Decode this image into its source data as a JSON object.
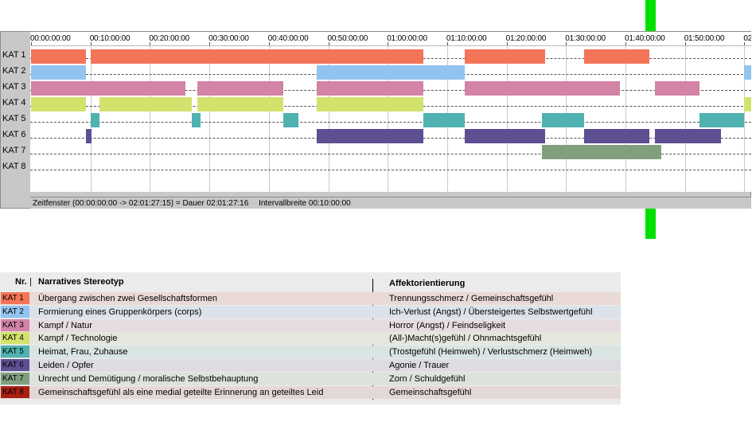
{
  "colors": {
    "cat1": "#f47458",
    "cat2": "#93c3ef",
    "cat3": "#d283a6",
    "cat4": "#d3e26d",
    "cat5": "#4fb2b0",
    "cat6": "#5e4e92",
    "cat7": "#819f7f",
    "cat8": "#a81f14",
    "cursor": "#00e000"
  },
  "timeline": {
    "ticks": [
      "00:00:00:00",
      "00:10:00:00",
      "00:20:00:00",
      "00:30:00:00",
      "00:40:00:00",
      "00:50:00:00",
      "01:00:00:00",
      "01:10:00:00",
      "01:20:00:00",
      "01:30:00:00",
      "01:40:00:00",
      "01:50:00:00",
      "02"
    ],
    "tick_interval_minutes": 10,
    "total_minutes": 121.45,
    "cursor_minutes": 104.7,
    "rows": [
      {
        "label": "KAT 1",
        "color": "#f47458",
        "segments": [
          [
            0,
            9.3
          ],
          [
            10,
            66
          ],
          [
            73,
            86.5
          ],
          [
            93,
            104
          ]
        ]
      },
      {
        "label": "KAT 2",
        "color": "#93c3ef",
        "segments": [
          [
            0,
            9.3
          ],
          [
            48,
            73
          ],
          [
            120,
            121.45
          ]
        ]
      },
      {
        "label": "KAT 3",
        "color": "#d283a6",
        "segments": [
          [
            0,
            26
          ],
          [
            28,
            42.5
          ],
          [
            48,
            66
          ],
          [
            73,
            99
          ],
          [
            105,
            112.5
          ]
        ]
      },
      {
        "label": "KAT 4",
        "color": "#d3e26d",
        "segments": [
          [
            0,
            9.3
          ],
          [
            11.5,
            27
          ],
          [
            28,
            42.5
          ],
          [
            48,
            66
          ],
          [
            120,
            121.45
          ]
        ]
      },
      {
        "label": "KAT 5",
        "color": "#4fb2b0",
        "segments": [
          [
            10,
            11.5
          ],
          [
            27,
            28.5
          ],
          [
            42.5,
            45
          ],
          [
            66,
            73
          ],
          [
            86,
            93
          ],
          [
            112.5,
            120
          ]
        ]
      },
      {
        "label": "KAT 6",
        "color": "#5e4e92",
        "segments": [
          [
            9.3,
            10.2
          ],
          [
            48,
            66
          ],
          [
            73,
            86.5
          ],
          [
            93,
            104
          ],
          [
            105,
            116
          ]
        ]
      },
      {
        "label": "KAT 7",
        "color": "#819f7f",
        "segments": [
          [
            86,
            106
          ]
        ]
      },
      {
        "label": "KAT 8",
        "color": "#a81f14",
        "segments": []
      }
    ],
    "status": {
      "window": "Zeitfenster (00:00:00:00 -> 02:01:27:15) = Dauer 02:01:27:16",
      "interval": "Intervallbreite 00:10:00:00"
    }
  },
  "legend": {
    "col_nr": "Nr.",
    "col_stereotype": "Narratives Stereotyp",
    "col_affect": "Affektorientierung",
    "rows": [
      {
        "kat": "KAT 1",
        "color": "#f47458",
        "bg": "#e9d9d7",
        "name": "Übergang zwischen zwei Gesellschaftsformen",
        "affect": "Trennungsschmerz / Gemeinschaftsgefühl"
      },
      {
        "kat": "KAT 2",
        "color": "#93c3ef",
        "bg": "#dde2ea",
        "name": "Formierung eines Gruppenkörpers (corps)",
        "affect": "Ich-Verlust (Angst) / Übersteigertes Selbstwertgefühl"
      },
      {
        "kat": "KAT 3",
        "color": "#d283a6",
        "bg": "#e7dde1",
        "name": "Kampf / Natur",
        "affect": "Horror (Angst) / Feindseligkeit"
      },
      {
        "kat": "KAT 4",
        "color": "#d3e26d",
        "bg": "#e5e7dc",
        "name": "Kampf / Technologie",
        "affect": "(All-)Macht(s)gefühl / Ohnmachtsgefühl"
      },
      {
        "kat": "KAT 5",
        "color": "#4fb2b0",
        "bg": "#d9e4e3",
        "name": "Heimat, Frau, Zuhause",
        "affect": "(Trostgefühl (Heimweh) / Verlustschmerz (Heimweh)"
      },
      {
        "kat": "KAT 6",
        "color": "#5e4e92",
        "bg": "#dedbe3",
        "name": "Leiden / Opfer",
        "affect": "Agonie / Trauer"
      },
      {
        "kat": "KAT 7",
        "color": "#819f7f",
        "bg": "#dee2dd",
        "name": "Unrecht und Demütigung / moralische Selbstbehauptung",
        "affect": "Zorn / Schuldgefühl"
      },
      {
        "kat": "KAT 8",
        "color": "#a81f14",
        "bg": "#e4d8d7",
        "name": "Gemeinschaftsgefühl als eine medial geteilte Erinnerung an geteiltes Leid",
        "affect": "Gemeinschaftsgefühl"
      }
    ]
  }
}
